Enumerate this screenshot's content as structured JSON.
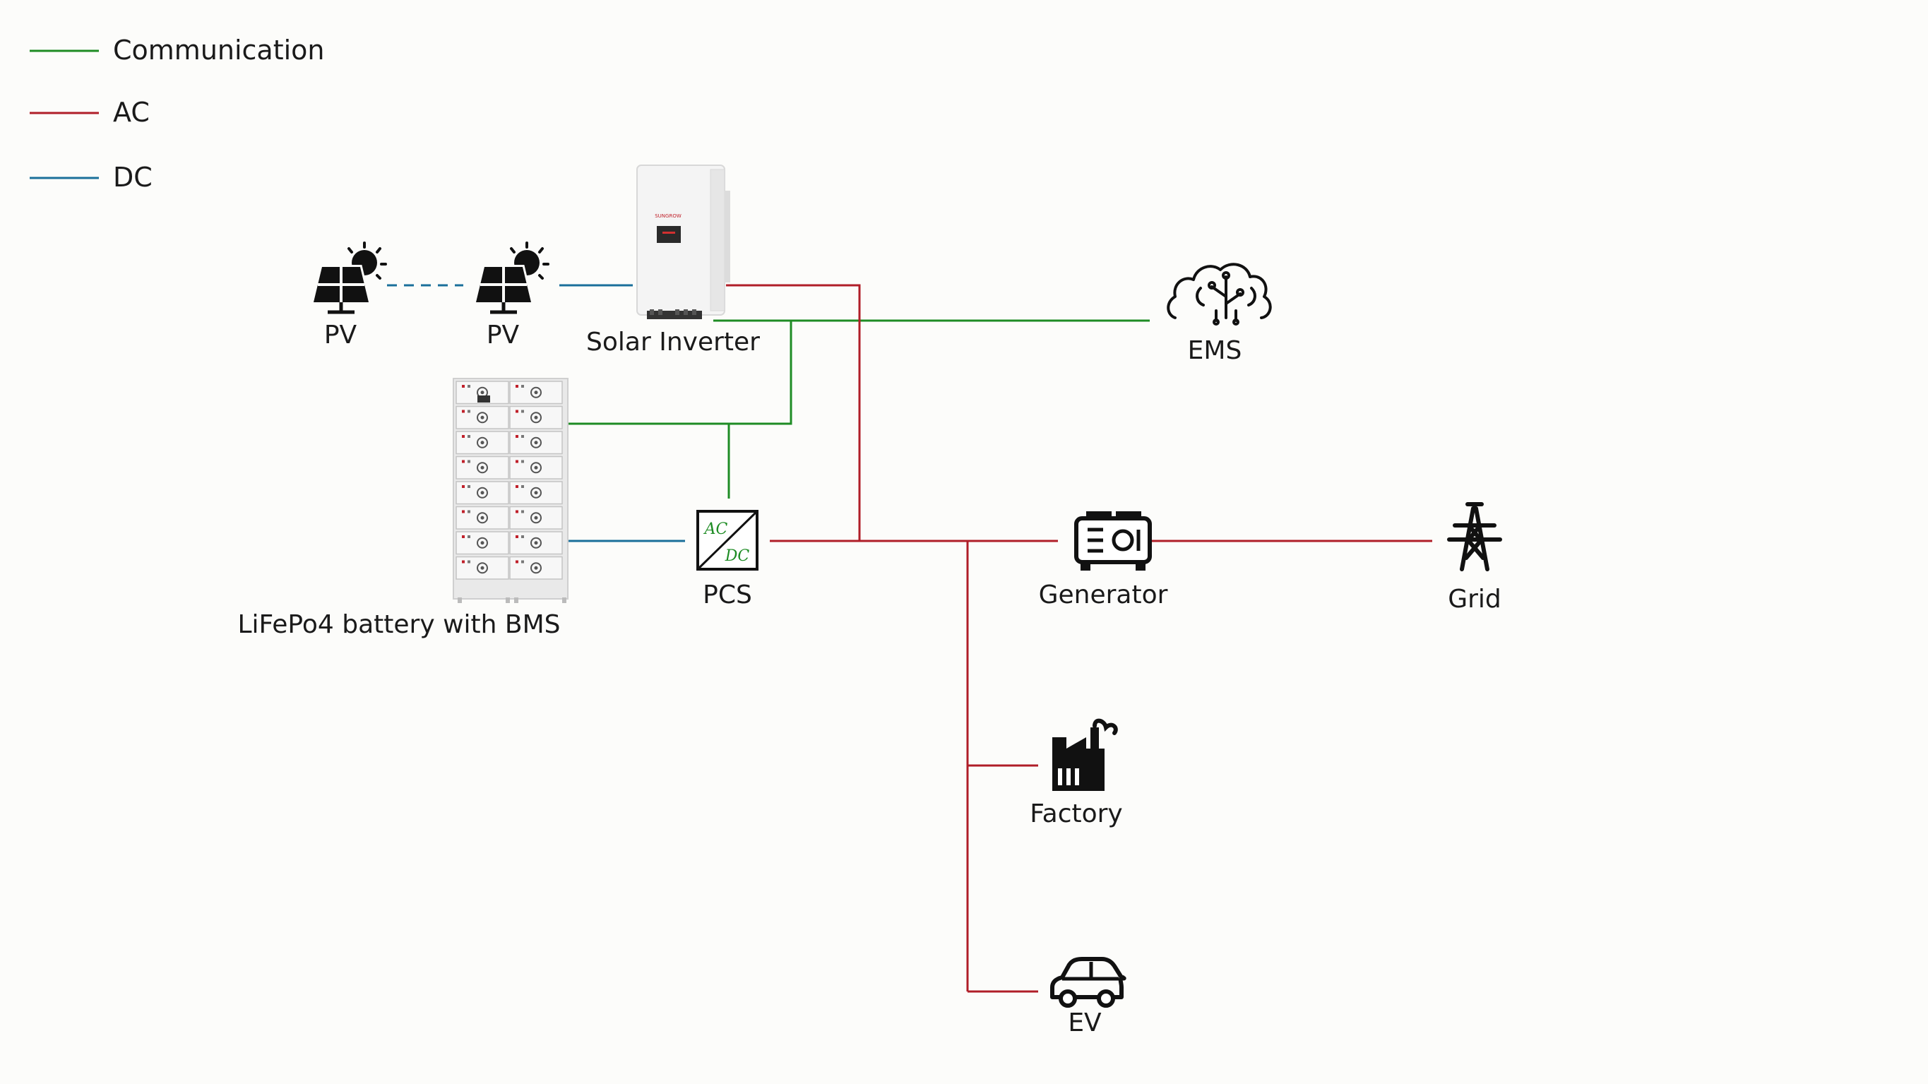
{
  "legend": {
    "communication": "Communication",
    "ac": "AC",
    "dc": "DC"
  },
  "nodes": {
    "pv1": "PV",
    "pv2": "PV",
    "solar_inverter": "Solar Inverter",
    "inverter_brand": "SUNGROW",
    "ems": "EMS",
    "battery": "LiFePo4 battery with BMS",
    "pcs": "PCS",
    "pcs_ac": "AC",
    "pcs_dc": "DC",
    "generator": "Generator",
    "grid": "Grid",
    "factory": "Factory",
    "ev": "EV"
  },
  "colors": {
    "communication": "#1e8c24",
    "ac": "#b01e28",
    "dc": "#1a6f9a",
    "icon": "#111111"
  }
}
